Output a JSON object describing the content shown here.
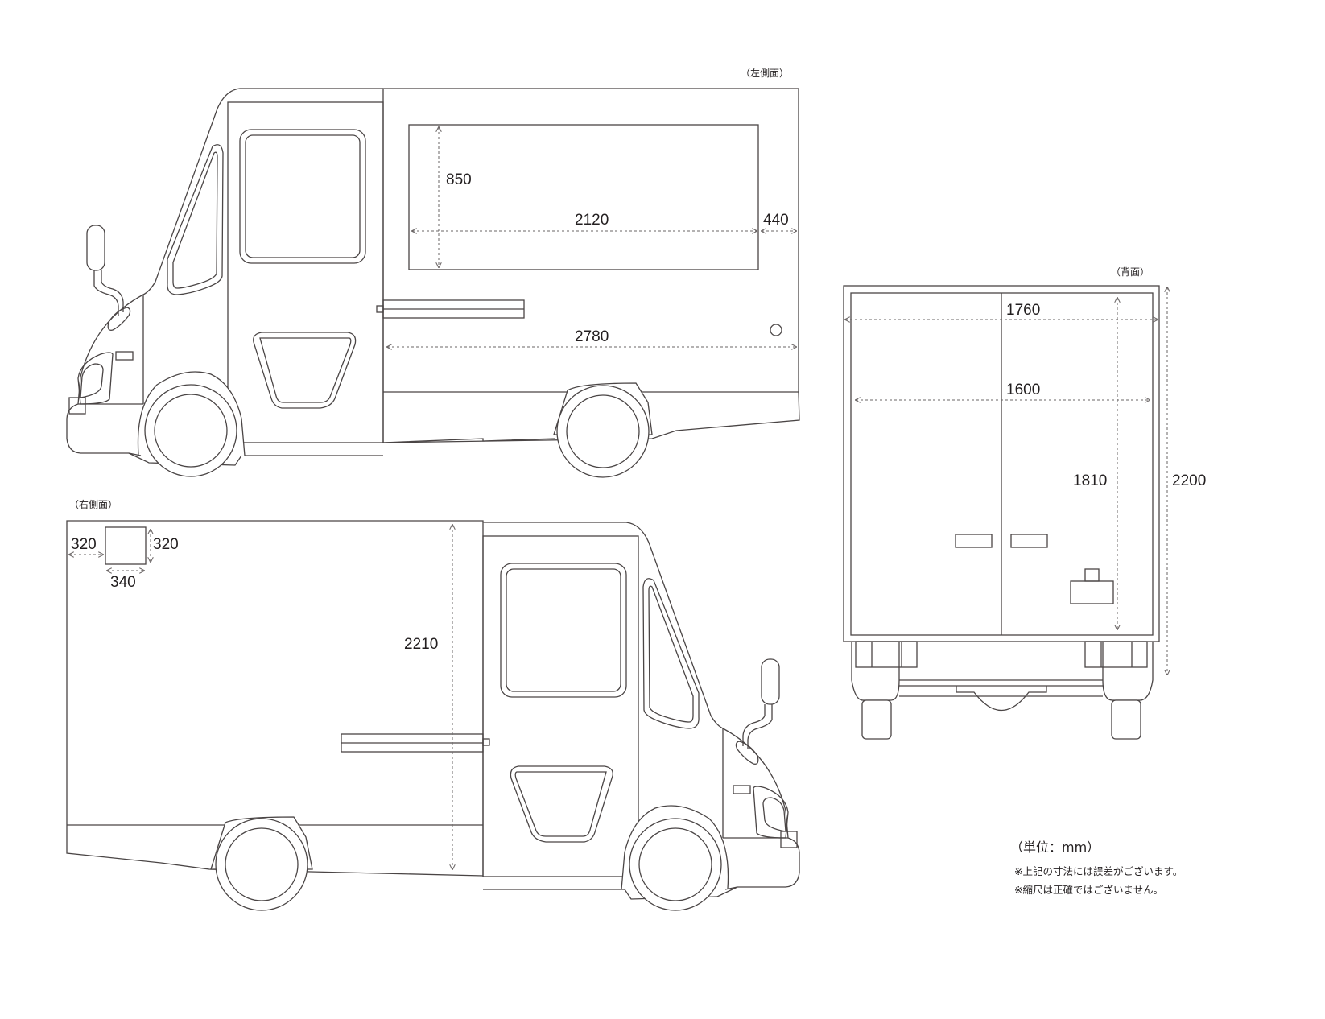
{
  "views": {
    "left_label": "（左側面）",
    "back_label": "（背面）",
    "right_label": "（右側面）"
  },
  "dimensions": {
    "left": {
      "window_height": "850",
      "window_width": "2120",
      "window_to_rear": "440",
      "box_length": "2780"
    },
    "right": {
      "vent_from_rear": "320",
      "vent_height": "320",
      "vent_width": "340",
      "box_height": "2210"
    },
    "back": {
      "outer_width": "1760",
      "inner_width": "1600",
      "inner_height": "1810",
      "total_height": "2200"
    }
  },
  "notes": {
    "unit": "（単位：mm）",
    "note1": "※上記の寸法には誤差がございます。",
    "note2": "※縮尺は正確ではございません。"
  },
  "colors": {
    "line": "#4a4545",
    "text": "#231f20"
  }
}
